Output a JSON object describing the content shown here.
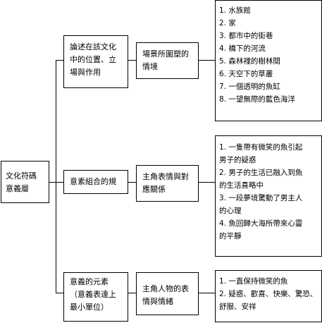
{
  "root": {
    "label": "文化符碼\n意義層"
  },
  "rows": [
    {
      "level1": "論述在該文化\n中的位置、立\n場與作用",
      "level2": "場景所圍塑的\n情境",
      "items": [
        "1. 水族館",
        "2. 家",
        "3. 都市中的街巷",
        "4. 橋下的河流",
        "5. 森林裡的樹林間",
        "6. 天空下的草叢",
        "7. 一個透明的魚缸",
        "8. 一望無際的藍色海洋"
      ]
    },
    {
      "level1": "意素組合的規",
      "level2": "主角表情與對\n應關係",
      "items": [
        "1. 一隻帶有微笑的魚引起\n男子的疑惑",
        "2. 男子的生活已融入到魚\n的生活喜略中",
        "3. 一段夢境驚動了男主人\n的心理",
        "4. 魚回歸大海所帶來心靈\n的平靜"
      ]
    },
    {
      "level1": "意義的元素\n（意義表達上\n最小單位）",
      "level2": "主角人物的表\n情與情緒",
      "items": [
        "1. 一直保持微笑的魚",
        "2. 疑惑、歡喜、快樂、驚恐、\n舒服、安祥"
      ]
    }
  ]
}
